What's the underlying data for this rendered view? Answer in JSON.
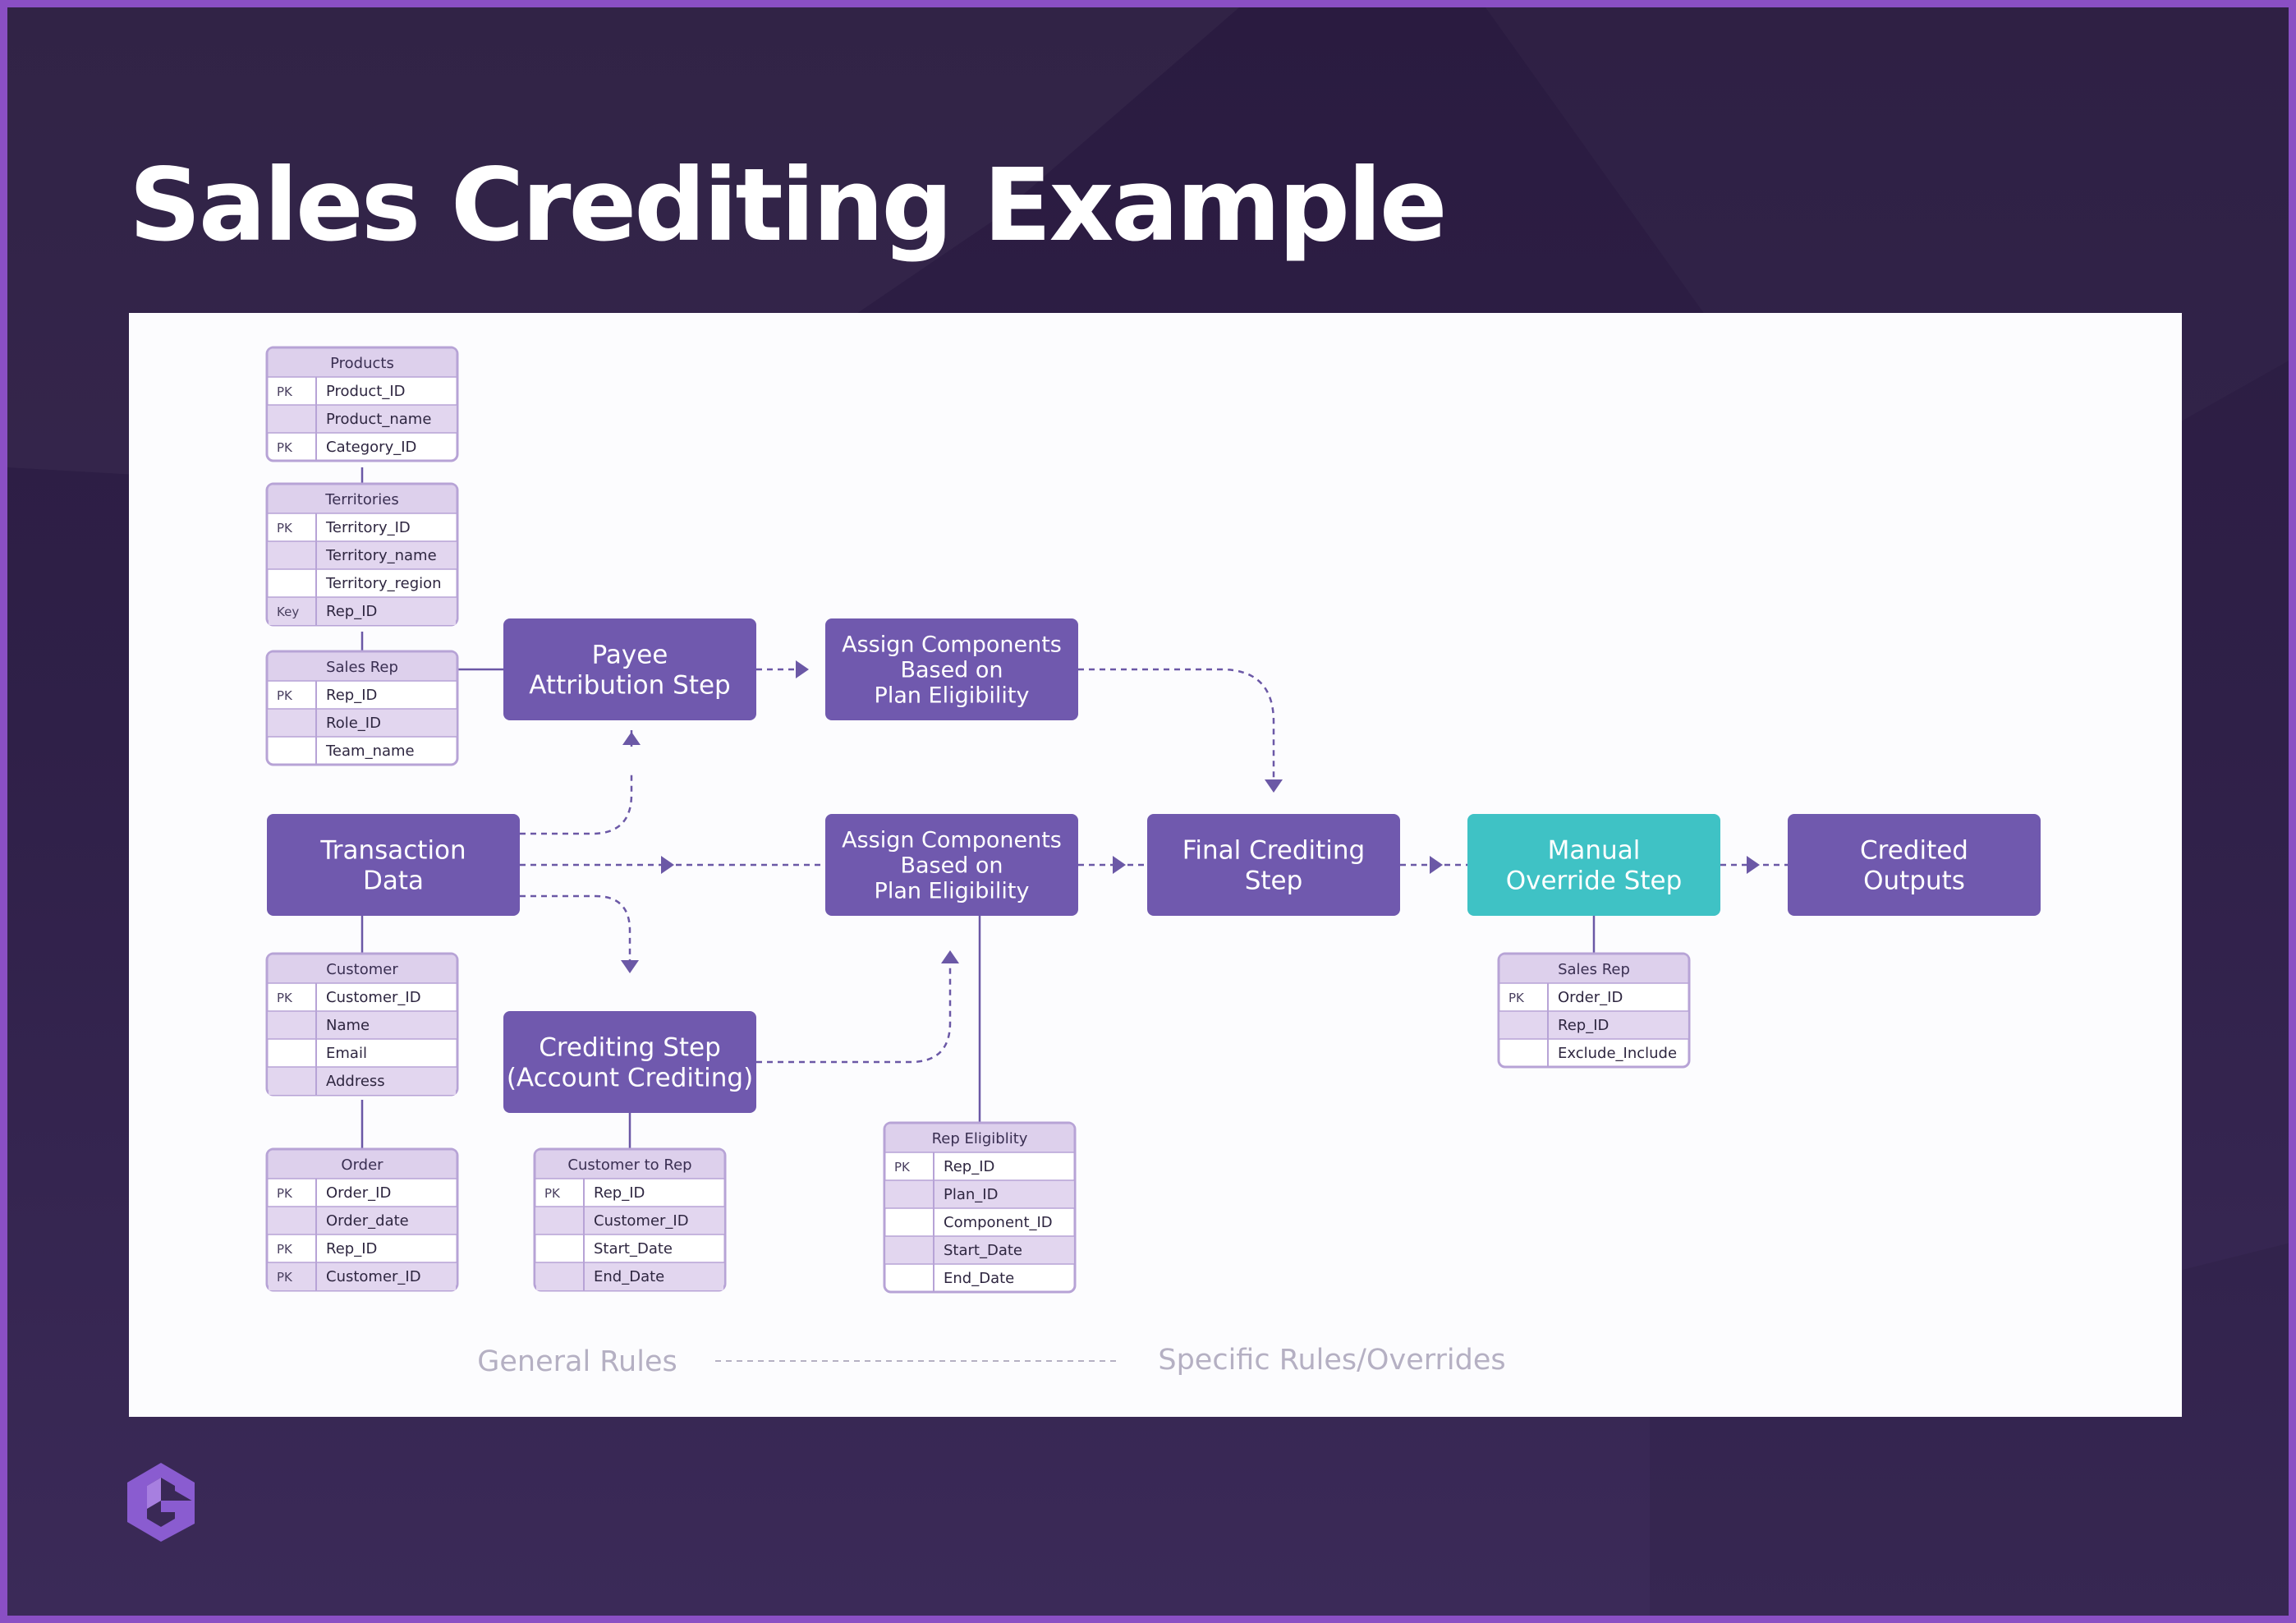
{
  "slide": {
    "title": "Sales Crediting Example",
    "logo_icon": "company-logo-icon"
  },
  "colors": {
    "process": "#7059ae",
    "highlight": "#3fc2c5",
    "table_header": "#ddd0ec",
    "table_stripe": "#e2d6ef",
    "table_border": "#b7a3d6",
    "connector": "#6b58a6",
    "legend": "#b5b0c3"
  },
  "process_nodes": [
    {
      "id": "payee",
      "lines": [
        "Payee",
        "Attribution Step"
      ],
      "highlight": false
    },
    {
      "id": "assign-top",
      "lines": [
        "Assign Components",
        "Based on",
        "Plan Eligibility"
      ],
      "highlight": false
    },
    {
      "id": "transaction",
      "lines": [
        "Transaction",
        "Data"
      ],
      "highlight": false
    },
    {
      "id": "assign-mid",
      "lines": [
        "Assign Components",
        "Based on",
        "Plan Eligibility"
      ],
      "highlight": false
    },
    {
      "id": "final",
      "lines": [
        "Final Crediting",
        "Step"
      ],
      "highlight": false
    },
    {
      "id": "manual",
      "lines": [
        "Manual",
        "Override Step"
      ],
      "highlight": true
    },
    {
      "id": "outputs",
      "lines": [
        "Credited",
        "Outputs"
      ],
      "highlight": false
    },
    {
      "id": "crediting",
      "lines": [
        "Crediting Step",
        "(Account Crediting)"
      ],
      "highlight": false
    }
  ],
  "tables": [
    {
      "id": "products",
      "title": "Products",
      "rows": [
        {
          "key": "PK",
          "field": "Product_ID"
        },
        {
          "key": "",
          "field": "Product_name"
        },
        {
          "key": "PK",
          "field": "Category_ID"
        }
      ]
    },
    {
      "id": "territories",
      "title": "Territories",
      "rows": [
        {
          "key": "PK",
          "field": "Territory_ID"
        },
        {
          "key": "",
          "field": "Territory_name"
        },
        {
          "key": "",
          "field": "Territory_region"
        },
        {
          "key": "Key",
          "field": "Rep_ID"
        }
      ]
    },
    {
      "id": "sales-rep",
      "title": "Sales Rep",
      "rows": [
        {
          "key": "PK",
          "field": "Rep_ID"
        },
        {
          "key": "",
          "field": "Role_ID"
        },
        {
          "key": "",
          "field": "Team_name"
        }
      ]
    },
    {
      "id": "customer",
      "title": "Customer",
      "rows": [
        {
          "key": "PK",
          "field": "Customer_ID"
        },
        {
          "key": "",
          "field": "Name"
        },
        {
          "key": "",
          "field": "Email"
        },
        {
          "key": "",
          "field": "Address"
        }
      ]
    },
    {
      "id": "order",
      "title": "Order",
      "rows": [
        {
          "key": "PK",
          "field": "Order_ID"
        },
        {
          "key": "",
          "field": "Order_date"
        },
        {
          "key": "PK",
          "field": "Rep_ID"
        },
        {
          "key": "PK",
          "field": "Customer_ID"
        }
      ]
    },
    {
      "id": "customer-to-rep",
      "title": "Customer to Rep",
      "rows": [
        {
          "key": "PK",
          "field": "Rep_ID"
        },
        {
          "key": "",
          "field": "Customer_ID"
        },
        {
          "key": "",
          "field": "Start_Date"
        },
        {
          "key": "",
          "field": "End_Date"
        }
      ]
    },
    {
      "id": "rep-eligibility",
      "title": "Rep Eligiblity",
      "rows": [
        {
          "key": "PK",
          "field": "Rep_ID"
        },
        {
          "key": "",
          "field": "Plan_ID"
        },
        {
          "key": "",
          "field": "Component_ID"
        },
        {
          "key": "",
          "field": "Start_Date"
        },
        {
          "key": "",
          "field": "End_Date"
        }
      ]
    },
    {
      "id": "sales-rep-override",
      "title": "Sales Rep",
      "rows": [
        {
          "key": "PK",
          "field": "Order_ID"
        },
        {
          "key": "",
          "field": "Rep_ID"
        },
        {
          "key": "",
          "field": "Exclude_Include"
        }
      ]
    }
  ],
  "legend": {
    "left": "General Rules",
    "right": "Specific Rules/Overrides"
  }
}
